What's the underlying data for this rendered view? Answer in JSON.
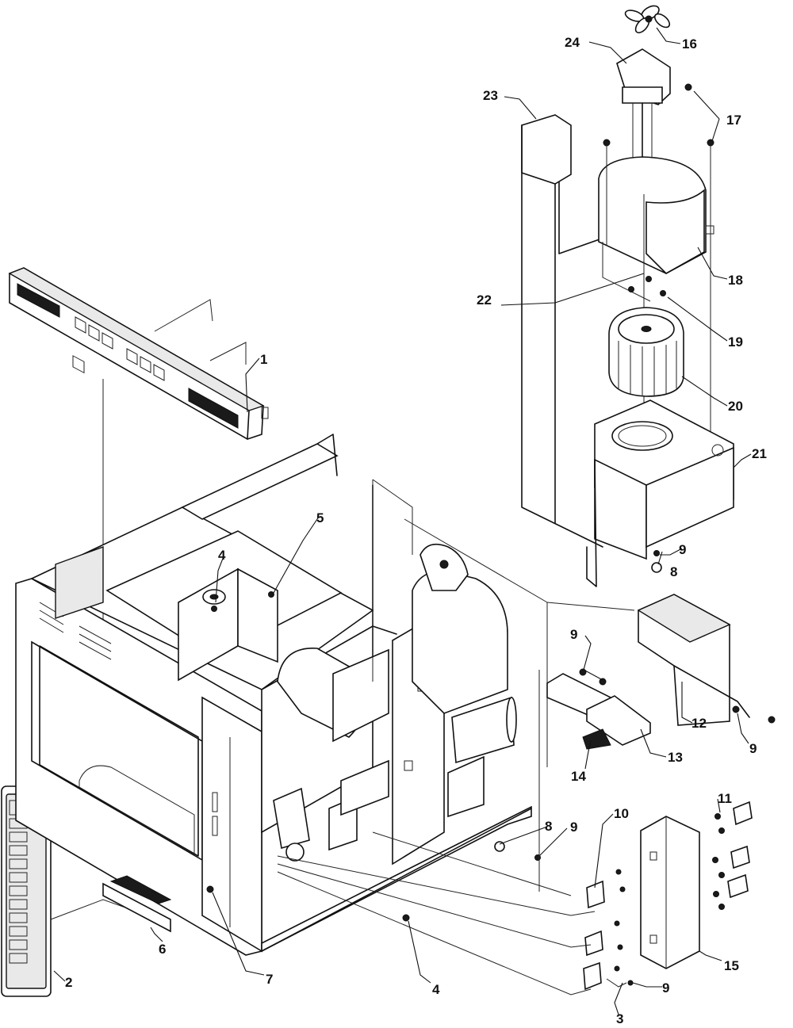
{
  "diagram": {
    "callouts": [
      "1",
      "2",
      "3",
      "4",
      "4",
      "5",
      "6",
      "7",
      "8",
      "8",
      "9",
      "9",
      "9",
      "9",
      "9",
      "10",
      "11",
      "12",
      "13",
      "14",
      "15",
      "16",
      "17",
      "18",
      "19",
      "20",
      "21",
      "22",
      "23",
      "24"
    ]
  }
}
